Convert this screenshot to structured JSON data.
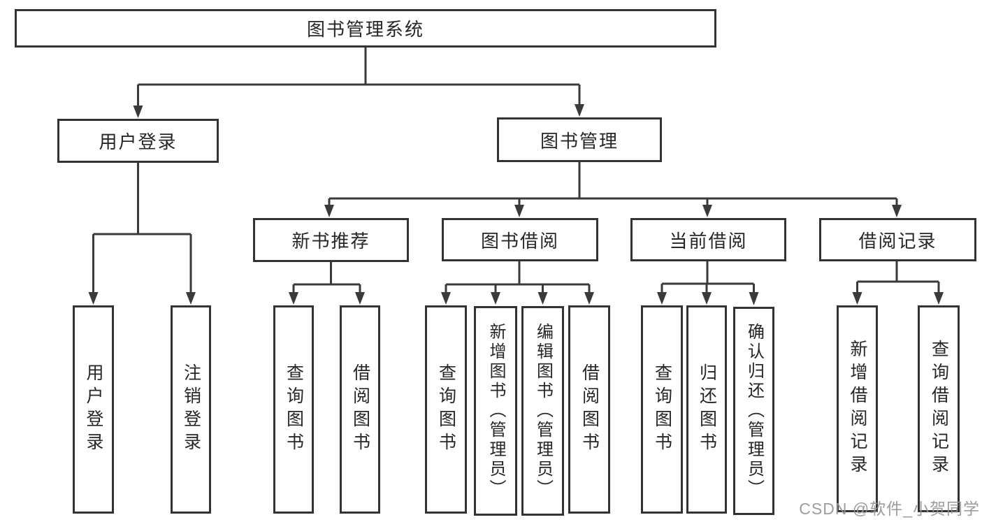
{
  "diagram": {
    "type": "hierarchy-tree",
    "watermark": "CSDN @软件_小贺同学",
    "line_color": "#3a3a3a",
    "box_border_color": "#333333",
    "text_color": "#262626",
    "background_color": "#ffffff"
  },
  "nodes": {
    "root": {
      "label": "图书管理系统"
    },
    "user_login": {
      "label": "用户登录"
    },
    "book_mgmt": {
      "label": "图书管理"
    },
    "new_book_rec": {
      "label": "新书推荐"
    },
    "book_borrow": {
      "label": "图书借阅"
    },
    "current_borrow": {
      "label": "当前借阅"
    },
    "borrow_records": {
      "label": "借阅记录"
    },
    "leaf_user_login": {
      "label": "用户登录"
    },
    "leaf_logout": {
      "label": "注销登录"
    },
    "leaf_nbr_query": {
      "label": "查询图书"
    },
    "leaf_nbr_borrow": {
      "label": "借阅图书"
    },
    "leaf_bb_query": {
      "label": "查询图书"
    },
    "leaf_bb_add": {
      "label": "新增图书（管理员）"
    },
    "leaf_bb_edit": {
      "label": "编辑图书（管理员）"
    },
    "leaf_bb_borrow": {
      "label": "借阅图书"
    },
    "leaf_cb_query": {
      "label": "查询图书"
    },
    "leaf_cb_return": {
      "label": "归还图书"
    },
    "leaf_cb_confirm": {
      "label": "确认归还（管理员）"
    },
    "leaf_br_add": {
      "label": "新增借阅记录"
    },
    "leaf_br_query": {
      "label": "查询借阅记录"
    }
  },
  "edges": [
    [
      "root",
      "user_login"
    ],
    [
      "root",
      "book_mgmt"
    ],
    [
      "user_login",
      "leaf_user_login"
    ],
    [
      "user_login",
      "leaf_logout"
    ],
    [
      "book_mgmt",
      "new_book_rec"
    ],
    [
      "book_mgmt",
      "book_borrow"
    ],
    [
      "book_mgmt",
      "current_borrow"
    ],
    [
      "book_mgmt",
      "borrow_records"
    ],
    [
      "new_book_rec",
      "leaf_nbr_query"
    ],
    [
      "new_book_rec",
      "leaf_nbr_borrow"
    ],
    [
      "book_borrow",
      "leaf_bb_query"
    ],
    [
      "book_borrow",
      "leaf_bb_add"
    ],
    [
      "book_borrow",
      "leaf_bb_edit"
    ],
    [
      "book_borrow",
      "leaf_bb_borrow"
    ],
    [
      "current_borrow",
      "leaf_cb_query"
    ],
    [
      "current_borrow",
      "leaf_cb_return"
    ],
    [
      "current_borrow",
      "leaf_cb_confirm"
    ],
    [
      "borrow_records",
      "leaf_br_add"
    ],
    [
      "borrow_records",
      "leaf_br_query"
    ]
  ]
}
